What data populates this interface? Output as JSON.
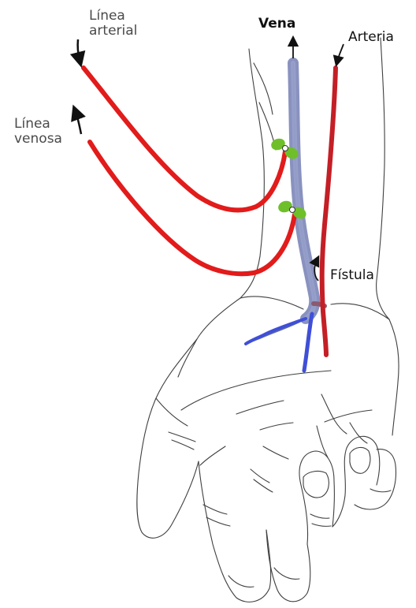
{
  "labels": {
    "arterial_line_1": "Línea",
    "arterial_line_2": "arterial",
    "venous_line_1": "Línea",
    "venous_line_2": "venosa",
    "vein": "Vena",
    "artery": "Arteria",
    "fistula": "Fístula"
  },
  "colors": {
    "tubing": "#e21b1b",
    "artery": "#c41f26",
    "vein": "#7c86b8",
    "vein_branch": "#3f4fd8",
    "clamp": "#6fbf2a",
    "outline": "#3f3f3f",
    "label_text": "#4a4a4a"
  }
}
